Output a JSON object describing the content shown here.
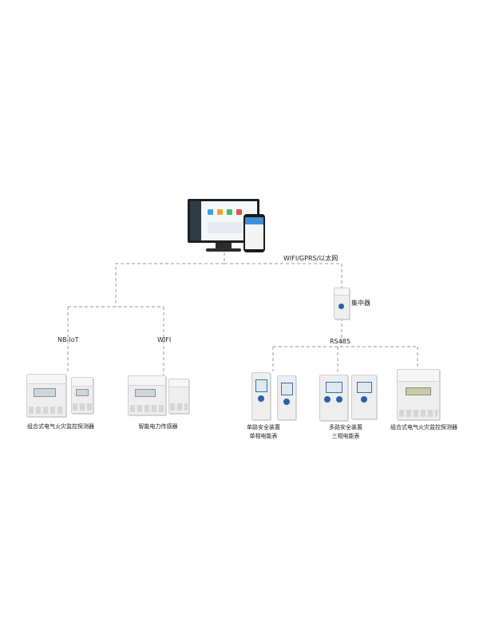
{
  "network": {
    "top_link": "WIFI/GPRS/以太网",
    "concentrator": "集中器",
    "left_branch_a": "NB-IoT",
    "left_branch_b": "WIFI",
    "right_bus": "RS485"
  },
  "devices": {
    "g1": "组合式电气火灾监控探测器",
    "g2": "智能电力传感器",
    "g3_line1": "单路安全装置",
    "g3_line2": "单相电能表",
    "g4_line1": "多路安全装置",
    "g4_line2": "三相电能表",
    "g5": "组合式电气火灾监控探测器"
  },
  "colors": {
    "line": "#9a9a9a",
    "brand_blue": "#2f5fae",
    "screen_dark": "#1d1f22"
  },
  "icons": [
    "monitor-icon",
    "smartphone-icon",
    "concentrator-icon"
  ]
}
